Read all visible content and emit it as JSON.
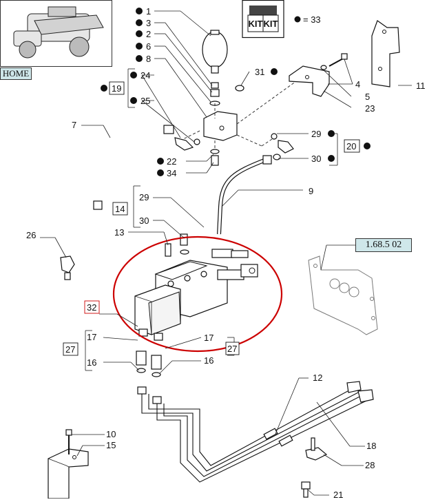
{
  "nav": {
    "home_label": "HOME",
    "ref_label": "1.68.5 02"
  },
  "kit": {
    "label_left": "KIT",
    "label_right": "KIT",
    "equals": "= 33"
  },
  "labels": {
    "l1": "1",
    "l3": "3",
    "l2": "2",
    "l6": "6",
    "l8": "8",
    "l24": "24",
    "l19": "19",
    "l25": "25",
    "l31": "31",
    "l4": "4",
    "l5": "5",
    "l23": "23",
    "l11": "11",
    "l7": "7",
    "l29a": "29",
    "l20": "20",
    "l30a": "30",
    "l22": "22",
    "l34": "34",
    "l9": "9",
    "l29b": "29",
    "l14": "14",
    "l30b": "30",
    "l13": "13",
    "l26": "26",
    "l32": "32",
    "l17a": "17",
    "l17b": "17",
    "l27a": "27",
    "l27b": "27",
    "l16a": "16",
    "l16b": "16",
    "l12": "12",
    "l10": "10",
    "l15": "15",
    "l18": "18",
    "l28": "28",
    "l21": "21"
  },
  "colors": {
    "highlight": "#cc0000",
    "nav_bg": "#cfe7ea",
    "ink": "#111111"
  }
}
